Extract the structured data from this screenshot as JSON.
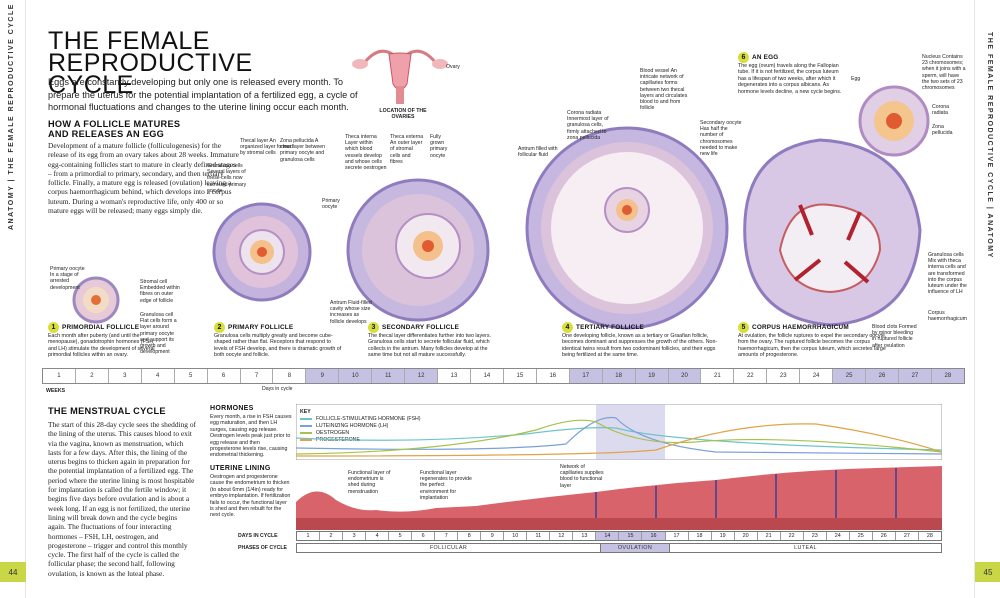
{
  "side": {
    "left_label": "ANATOMY | THE FEMALE REPRODUCTIVE CYCLE",
    "right_label": "THE FEMALE REPRODUCTIVE CYCLE | ANATOMY",
    "left_page": "44",
    "right_page": "45"
  },
  "title": "THE FEMALE REPRODUCTIVE CYCLE",
  "intro": "Eggs are constantly developing but only one is released every month. To prepare the uterus for the potential implantation of a fertilized egg, a cycle of hormonal fluctuations and changes to the uterine lining occur each month.",
  "ovaries": {
    "ovary_label": "Ovary",
    "location_label": "LOCATION OF THE OVARIES"
  },
  "follicle": {
    "heading": "HOW A FOLLICLE MATURES AND RELEASES AN EGG",
    "body": "Development of a mature follicle (folliculogenesis) for the release of its egg from an ovary takes about 28 weeks. Immature egg-containing follicles start to mature in clearly defined stages – from a primordial to primary, secondary, and then tertiary follicle. Finally, a mature egg is released (ovulation) leaving a corpus haemorrhagicum behind, which develops into a corpus luteum. During a woman's reproductive life, only 400 or so mature eggs will be released; many eggs simply die."
  },
  "labels": {
    "primary_oocyte": "Primary oocyte In a stage of arrested development",
    "stromal_cell": "Stromal cell Embedded within fibres on outer edge of follicle",
    "granulosa_cell": "Granulosa cell Flat cells form a layer around primary oocyte and support its growth and development",
    "thecal_layer": "Thecal layer An organized layer formed by stromal cells",
    "zona_pellucida": "Zona pellucida A clear layer between primary oocyte and granulosa cells",
    "granulosa_cells": "Granulosa cells Several layers of these cells now surround primary oocyte",
    "primary_oocyte2": "Primary oocyte",
    "theca_interna": "Theca interna Layer within which blood vessels develop and whose cells secrete oestrogen",
    "theca_externa": "Theca externa An outer layer of stromal cells and fibres",
    "fully_grown": "Fully grown primary oocyte",
    "antrum": "Antrum Fluid-filled cavity whose size increases as follicle develops",
    "corona_radiata": "Corona radiata Innermost layer of granulosa cells, firmly attached to zona pellucida",
    "blood_vessel": "Blood vessel An intricate network of capillaries forms between two thecal layers and circulates blood to and from follicle",
    "antrum_filled": "Antrum filled with follicular fluid",
    "secondary_oocyte": "Secondary oocyte Has half the number of chromosomes needed to make new life",
    "egg": "Egg",
    "nucleus": "Nucleus Contains 23 chromosomes; when it joins with a sperm, will have the two sets of 23 chromosomes",
    "corona_radiata2": "Corona radiata",
    "zona_pellucida2": "Zona pellucida",
    "granulosa_luteum": "Granulosa cells Mix with theca interna cells and are transformed into the corpus luteum under the influence of LH",
    "corpus_haem": "Corpus haemorrhagicum",
    "blood_clots": "Blood clots Formed by minor bleeding in ruptured follicle after ovulation"
  },
  "stages": [
    {
      "n": "1",
      "title": "PRIMORDIAL FOLLICLE",
      "text": "Each month after puberty (and until the menopause), gonadotrophin hormones (FSH and LH) stimulate the development of several primordial follicles within an ovary."
    },
    {
      "n": "2",
      "title": "PRIMARY FOLLICLE",
      "text": "Granulosa cells multiply greatly and become cube-shaped rather than flat. Receptors that respond to levels of FSH develop, and there is dramatic growth of both oocyte and follicle."
    },
    {
      "n": "3",
      "title": "SECONDARY FOLLICLE",
      "text": "The thecal layer differentiates further into two layers. Granulosa cells start to secrete follicular fluid, which collects in the antrum. Many follicles develop at the same time but not all mature successfully."
    },
    {
      "n": "4",
      "title": "TERTIARY FOLLICLE",
      "text": "One developing follicle, known as a tertiary or Graafian follicle, becomes dominant and suppresses the growth of the others. Non-identical twins result from two codominant follicles, and their eggs being fertilized at the same time."
    },
    {
      "n": "5",
      "title": "CORPUS HAEMORRHAGICUM",
      "text": "At ovulation, the follicle ruptures to expel the secondary oocyte from the ovary. The ruptured follicle becomes the corpus haemorrhagicum, then the corpus luteum, which secretes large amounts of progesterone."
    },
    {
      "n": "6",
      "title": "AN EGG",
      "text": "The egg (ovum) travels along the Fallopian tube. If it is not fertilized, the corpus luteum has a lifespan of two weeks, after which it degenerates into a corpus albicans. As hormone levels decline, a new cycle begins."
    }
  ],
  "timeline": {
    "weeks_label": "WEEKS",
    "days_label": "Days in cycle",
    "cells": [
      "1",
      "2",
      "3",
      "4",
      "5",
      "6",
      "7",
      "8",
      "9",
      "10",
      "11",
      "12",
      "13",
      "14",
      "15",
      "16",
      "17",
      "18",
      "19",
      "20",
      "21",
      "22",
      "23",
      "24",
      "25",
      "26",
      "27",
      "28"
    ]
  },
  "menstrual": {
    "heading": "THE MENSTRUAL CYCLE",
    "body": "The start of this 28-day cycle sees the shedding of the lining of the uterus. This causes blood to exit via the vagina, known as menstruation, which lasts for a few days. After this, the lining of the uterus begins to thicken again in preparation for the potential implantation of a fertilized egg. The period where the uterine lining is most hospitable for implantation is called the fertile window; it begins five days before ovulation and is about a week long. If an egg is not fertilized, the uterine lining will break down and the cycle begins again. The fluctuations of four interacting hormones – FSH, LH, oestrogen, and progesterone – trigger and control this monthly cycle. The first half of the cycle is called the follicular phase; the second half, following ovulation, is known as the luteal phase."
  },
  "hormones": {
    "heading": "HORMONES",
    "text": "Every month, a rise in FSH causes egg maturation, and then LH surges, causing egg release. Oestrogen levels peak just prior to egg release and then progesterone levels rise, causing endometrial thickening.",
    "key_label": "KEY",
    "legend": [
      {
        "name": "FOLLICLE-STIMULATING HORMONE (FSH)",
        "color": "#6ec4c8"
      },
      {
        "name": "LUTEINIZING HORMONE (LH)",
        "color": "#7aa0d8"
      },
      {
        "name": "OESTROGEN",
        "color": "#a5c24a"
      },
      {
        "name": "PROGESTERONE",
        "color": "#e1a347"
      }
    ]
  },
  "uterine": {
    "heading": "UTERINE LINING",
    "text": "Oestrogen and progesterone cause the endometrium to thicken (to about 6mm (1/4in) ready for embryo implantation. If fertilization fails to occur, the functional layer is shed and then rebuilt for the next cycle.",
    "callout1": "Functional layer of endometrium is shed during menstruation",
    "callout2": "Functional layer regenerates to provide the perfect environment for implantation",
    "callout3": "Network of capillaries supplies blood to functional layer"
  },
  "rows": {
    "days_label": "DAYS IN CYCLE",
    "phases_label": "PHASES OF CYCLE",
    "phases": [
      "FOLLICULAR",
      "OVULATION",
      "LUTEAL"
    ]
  },
  "colors": {
    "accent": "#d8df3c",
    "ovulation": "#c5c1e2",
    "tissue": "#d9636b"
  }
}
